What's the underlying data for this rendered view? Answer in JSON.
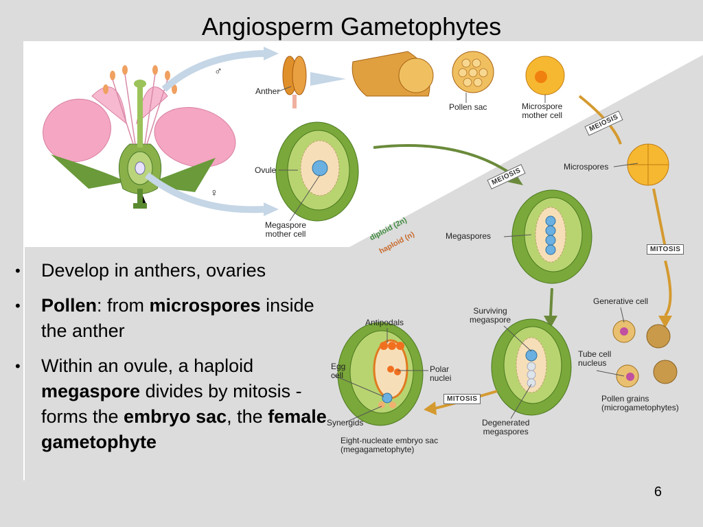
{
  "slide": {
    "title": "Angiosperm Gametophytes",
    "page_number": "6"
  },
  "bullets": [
    {
      "parts": [
        {
          "text": "Develop in anthers, ovaries",
          "bold": false
        }
      ]
    },
    {
      "parts": [
        {
          "text": "Pollen",
          "bold": true
        },
        {
          "text": ": from ",
          "bold": false
        },
        {
          "text": "microspores",
          "bold": true
        },
        {
          "text": " inside the anther",
          "bold": false
        }
      ]
    },
    {
      "parts": [
        {
          "text": "Within an ovule, a haploid ",
          "bold": false
        },
        {
          "text": "megaspore",
          "bold": true
        },
        {
          "text": " divides by mitosis - forms the ",
          "bold": false
        },
        {
          "text": "embryo sac",
          "bold": true
        },
        {
          "text": ", the ",
          "bold": false
        },
        {
          "text": "female gametophyte",
          "bold": true
        }
      ]
    }
  ],
  "figure": {
    "labels": {
      "anther": "Anther",
      "pollen_sac": "Pollen sac",
      "microspore_mother_cell": "Microspore\nmother cell",
      "ovule": "Ovule",
      "megaspore_mother_cell": "Megaspore\nmother cell",
      "microspores": "Microspores",
      "megaspores": "Megaspores",
      "generative_cell": "Generative cell",
      "tube_cell_nucleus": "Tube cell\nnucleus",
      "pollen_grains": "Pollen grains\n(microgametophytes)",
      "surviving_megaspore": "Surviving\nmegaspore",
      "degenerated_megaspores": "Degenerated\nmegaspores",
      "antipodals": "Antipodals",
      "egg_cell": "Egg\ncell",
      "polar_nuclei": "Polar\nnuclei",
      "synergids": "Synergids",
      "embryo_sac": "Eight-nucleate embryo sac\n(megagametophyte)"
    },
    "stamps": {
      "meiosis_top": "MEIOSIS",
      "meiosis_mid": "MEIOSIS",
      "mitosis_right": "MITOSIS",
      "mitosis_bottom": "MITOSIS"
    },
    "symbols": {
      "male": "♂",
      "female": "♀"
    },
    "ploidy": {
      "diploid": "diploid (2n)",
      "haploid": "haploid (n)"
    },
    "colors": {
      "diploid": "#3d8a3d",
      "haploid": "#c86a2c"
    }
  }
}
